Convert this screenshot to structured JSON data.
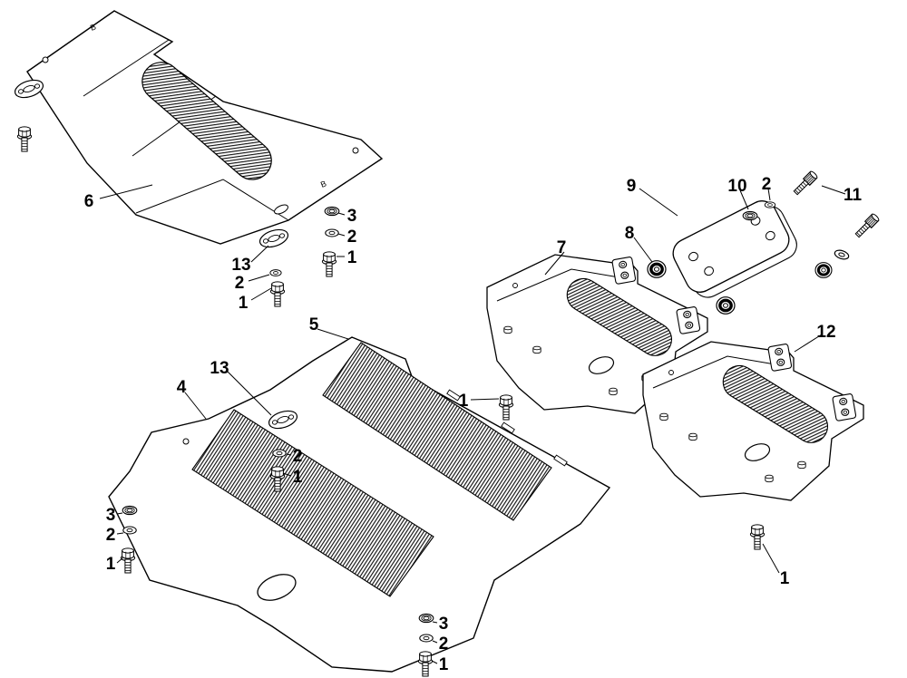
{
  "diagram": {
    "figure_type": "exploded-parts-diagram",
    "colors": {
      "background": "#ffffff",
      "line": "#000000",
      "hatch": "#111111"
    },
    "callouts": [
      {
        "label": "6"
      },
      {
        "label": "3"
      },
      {
        "label": "2"
      },
      {
        "label": "1"
      },
      {
        "label": "13"
      },
      {
        "label": "2"
      },
      {
        "label": "1"
      },
      {
        "label": "5"
      },
      {
        "label": "13"
      },
      {
        "label": "4"
      },
      {
        "label": "2"
      },
      {
        "label": "1"
      },
      {
        "label": "3"
      },
      {
        "label": "2"
      },
      {
        "label": "1"
      },
      {
        "label": "1"
      },
      {
        "label": "3"
      },
      {
        "label": "2"
      },
      {
        "label": "1"
      },
      {
        "label": "7"
      },
      {
        "label": "8"
      },
      {
        "label": "9"
      },
      {
        "label": "10"
      },
      {
        "label": "2"
      },
      {
        "label": "11"
      },
      {
        "label": "12"
      },
      {
        "label": "1"
      }
    ],
    "marks": [
      {
        "label": "B"
      },
      {
        "label": "B"
      }
    ]
  }
}
